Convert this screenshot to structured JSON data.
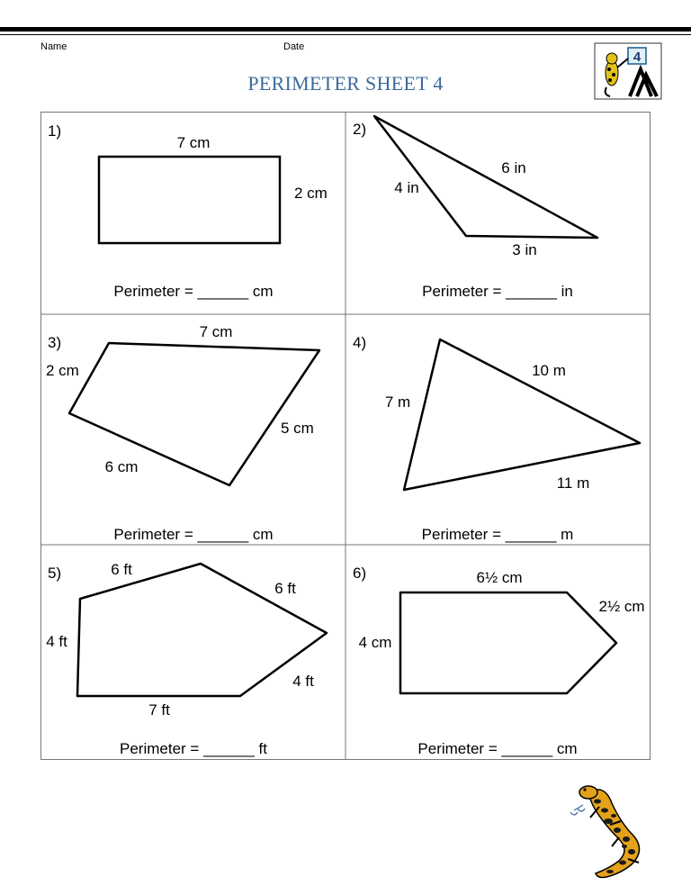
{
  "header": {
    "name_label": "Name",
    "date_label": "Date",
    "title": "PERIMETER SHEET 4",
    "logo_digit": "4"
  },
  "problems": [
    {
      "number": "1)",
      "labels": [
        "7 cm",
        "2 cm"
      ],
      "answer": "Perimeter = ______ cm"
    },
    {
      "number": "2)",
      "labels": [
        "6 in",
        "4 in",
        "3 in"
      ],
      "answer": "Perimeter = ______ in"
    },
    {
      "number": "3)",
      "labels": [
        "7 cm",
        "2 cm",
        "5 cm",
        "6 cm"
      ],
      "answer": "Perimeter = ______ cm"
    },
    {
      "number": "4)",
      "labels": [
        "10 m",
        "7 m",
        "11 m"
      ],
      "answer": "Perimeter = ______ m"
    },
    {
      "number": "5)",
      "labels": [
        "6 ft",
        "6 ft",
        "4 ft",
        "4 ft",
        "7 ft"
      ],
      "answer": "Perimeter = ______ ft"
    },
    {
      "number": "6)",
      "labels": [
        "6½ cm",
        "2½ cm",
        "4 cm"
      ],
      "answer": "Perimeter = ______ cm"
    }
  ],
  "colors": {
    "title": "#3d6a9a",
    "mascot_body": "#e3a21a",
    "mascot_spots": "#1a1a1a"
  }
}
